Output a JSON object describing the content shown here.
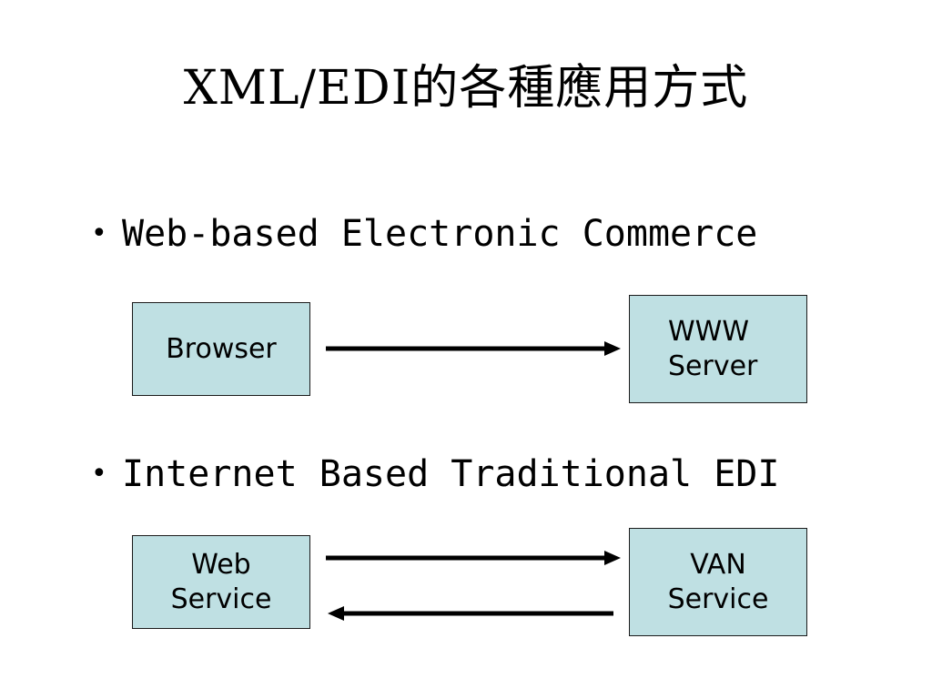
{
  "title": "XML/EDI的各種應用方式",
  "bullets": [
    {
      "marker": "•",
      "text": "Web-based Electronic Commerce"
    },
    {
      "marker": "•",
      "text": "Internet Based Traditional EDI"
    }
  ],
  "diagram1": {
    "left_box": {
      "line1": "Browser"
    },
    "right_box": {
      "line1": "WWW",
      "line2": "Server"
    }
  },
  "diagram2": {
    "left_box": {
      "line1": "Web",
      "line2": "Service"
    },
    "right_box": {
      "line1": "VAN",
      "line2": "Service"
    }
  },
  "colors": {
    "box_fill": "#bfe0e3",
    "box_border": "#1a1a1a",
    "arrow": "#000000"
  }
}
